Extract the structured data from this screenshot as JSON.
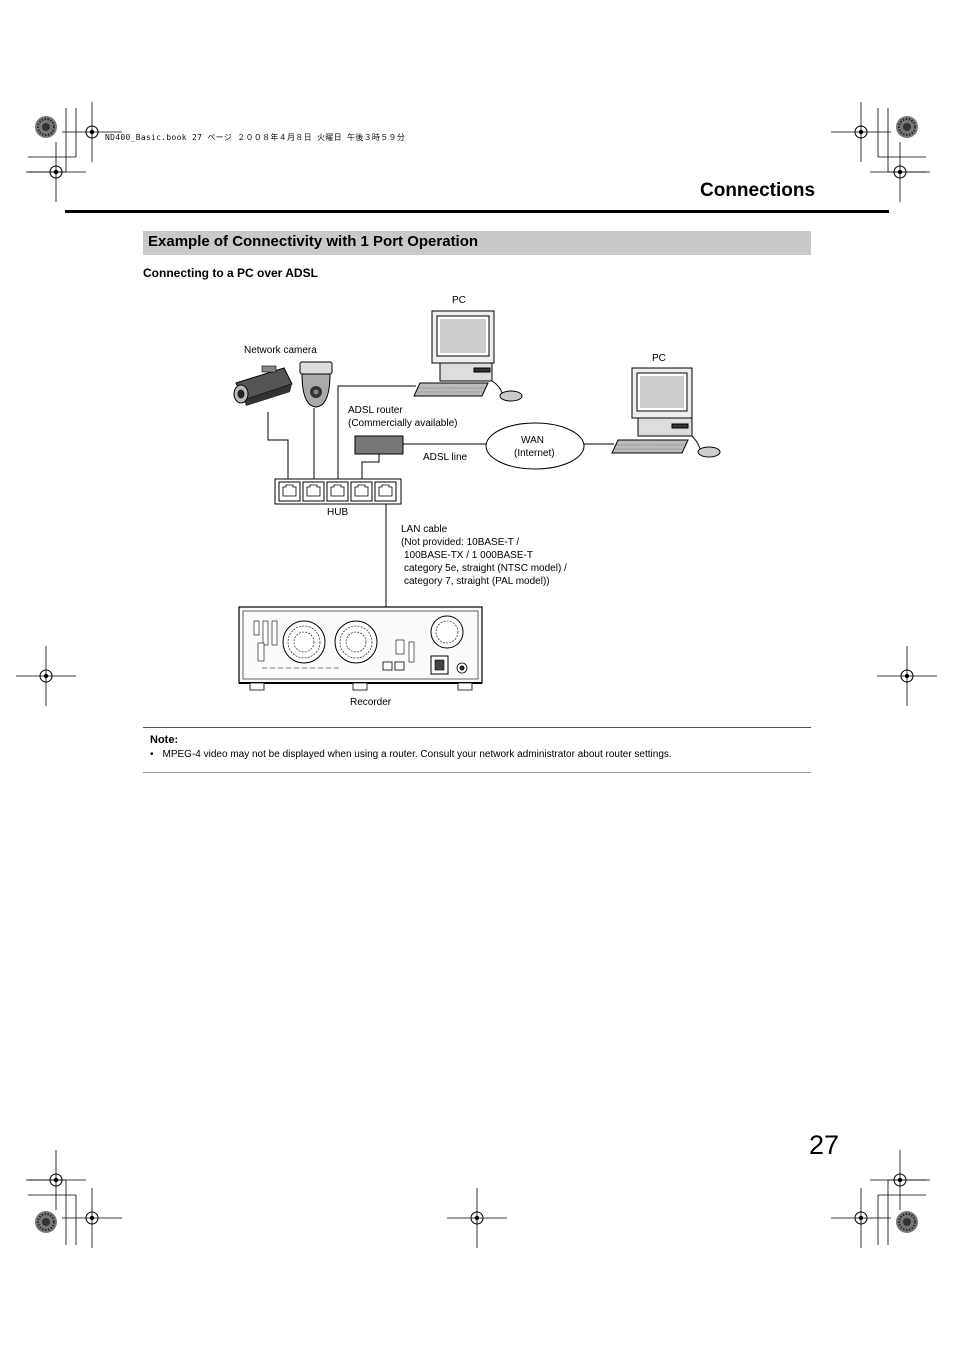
{
  "header": {
    "book_info": "ND400_Basic.book  27 ページ  ２００８年４月８日  火曜日  午後３時５９分",
    "section_title": "Connections"
  },
  "subsection": {
    "title": "Example of Connectivity with 1 Port Operation",
    "heading": "Connecting to a PC over ADSL"
  },
  "diagram": {
    "pc_top_label": "PC",
    "pc_right_label": "PC",
    "network_camera_label": "Network camera",
    "adsl_router_label_1": "ADSL router",
    "adsl_router_label_2": "(Commercially available)",
    "wan_label_1": "WAN",
    "wan_label_2": "(Internet)",
    "adsl_line_label": "ADSL line",
    "hub_label": "HUB",
    "lan_cable_lines": [
      "LAN cable",
      "(Not provided: 10BASE-T /",
      " 100BASE-TX / 1 000BASE-T",
      " category 5e, straight (NTSC model) /",
      " category 7, straight (PAL model))"
    ],
    "recorder_label": "Recorder"
  },
  "note": {
    "title": "Note:",
    "bullet": "•",
    "text": "MPEG-4 video may not be displayed when using a router. Consult your network administrator about router settings."
  },
  "page_number": "27"
}
